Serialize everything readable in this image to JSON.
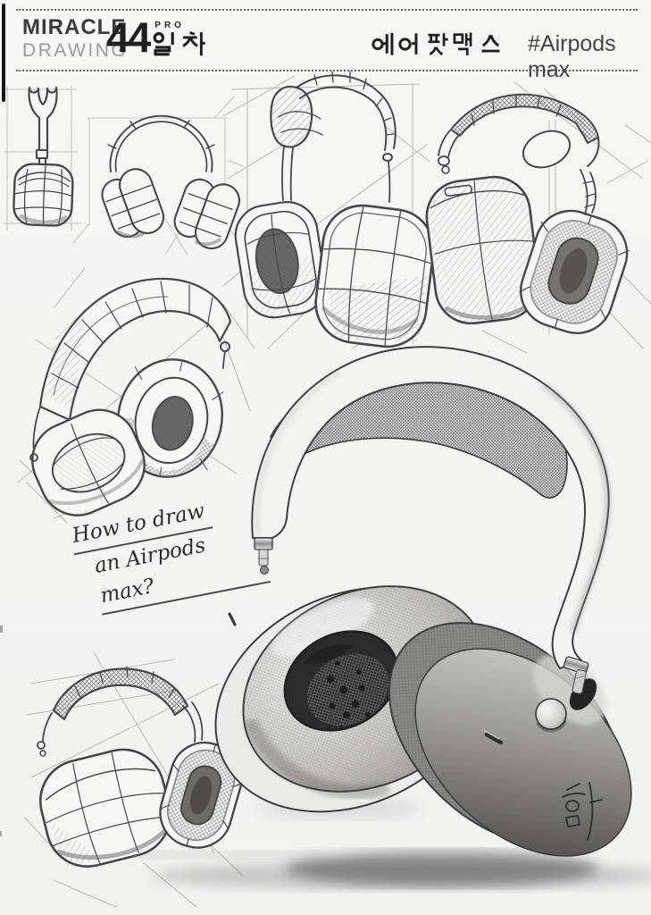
{
  "page": {
    "colors": {
      "paper": "#f5f4f1",
      "pencil": "#474747",
      "ink": "#1f1f1f",
      "brand_gray": "#9b9b9b"
    }
  },
  "header": {
    "brand": {
      "line1": "MIRACLE",
      "line2": "DRAWING"
    },
    "day": {
      "number": "44",
      "pro_label": "PRO",
      "suffix_ko": "일차"
    },
    "subject_ko": "에어팟맥스",
    "hashtag": "#Airpods max"
  },
  "note": {
    "line1": "How to draw",
    "line2": "an Airpods max?"
  },
  "signature_ko": "함"
}
